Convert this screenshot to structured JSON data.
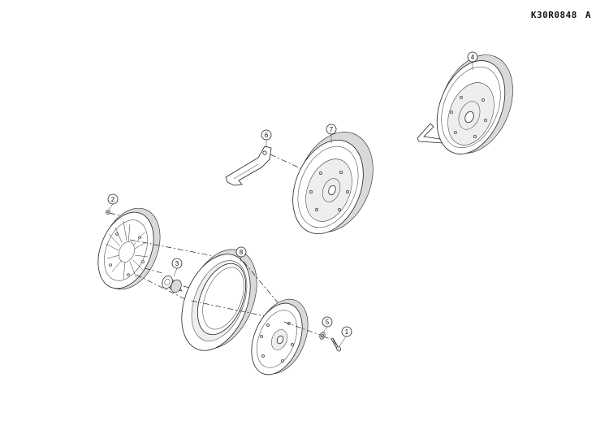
{
  "drawing": {
    "code": "K30R0848",
    "revision": "A"
  },
  "callouts": {
    "c1": "1",
    "c2": "2",
    "c3": "3",
    "c4": "4",
    "c5": "5",
    "c6": "6",
    "c7": "7",
    "c8": "8"
  }
}
